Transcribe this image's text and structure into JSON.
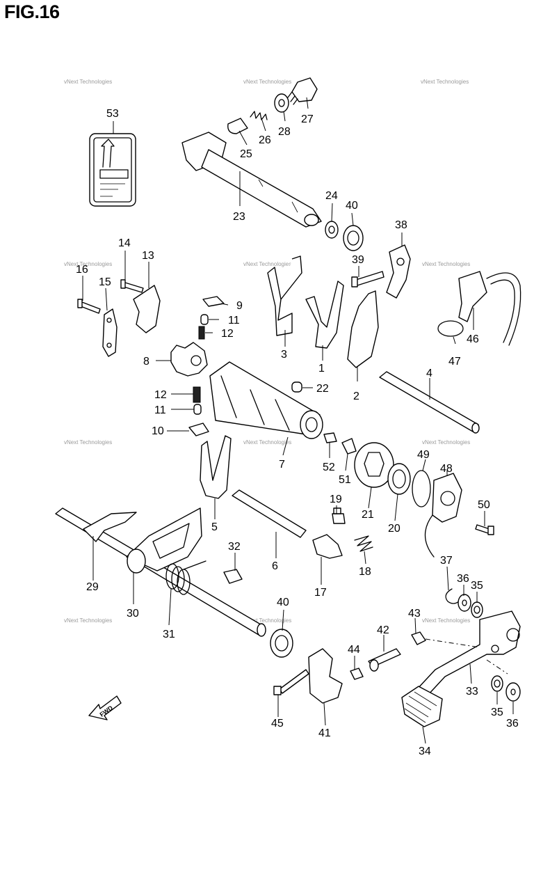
{
  "title": "FIG.16",
  "watermark": "vNext Technologies",
  "direction_label": "FWD",
  "part_numbers": [
    "1",
    "2",
    "3",
    "4",
    "5",
    "6",
    "7",
    "8",
    "9",
    "10",
    "11",
    "12",
    "13",
    "14",
    "15",
    "16",
    "17",
    "18",
    "19",
    "20",
    "21",
    "22",
    "23",
    "24",
    "25",
    "26",
    "27",
    "28",
    "29",
    "30",
    "31",
    "32",
    "33",
    "34",
    "35",
    "36",
    "37",
    "38",
    "39",
    "40",
    "41",
    "42",
    "43",
    "44",
    "45",
    "46",
    "47",
    "48",
    "49",
    "50",
    "51",
    "52",
    "53"
  ],
  "callouts": [
    {
      "id": "c53",
      "text": "53"
    },
    {
      "id": "c23",
      "text": "23"
    },
    {
      "id": "c25",
      "text": "25"
    },
    {
      "id": "c26",
      "text": "26"
    },
    {
      "id": "c28",
      "text": "28"
    },
    {
      "id": "c27",
      "text": "27"
    },
    {
      "id": "c24",
      "text": "24"
    },
    {
      "id": "c40a",
      "text": "40"
    },
    {
      "id": "c38",
      "text": "38"
    },
    {
      "id": "c39",
      "text": "39"
    },
    {
      "id": "c14",
      "text": "14"
    },
    {
      "id": "c16",
      "text": "16"
    },
    {
      "id": "c13",
      "text": "13"
    },
    {
      "id": "c15",
      "text": "15"
    },
    {
      "id": "c9",
      "text": "9"
    },
    {
      "id": "c11a",
      "text": "11"
    },
    {
      "id": "c12a",
      "text": "12"
    },
    {
      "id": "c3",
      "text": "3"
    },
    {
      "id": "c1",
      "text": "1"
    },
    {
      "id": "c2",
      "text": "2"
    },
    {
      "id": "c46",
      "text": "46"
    },
    {
      "id": "c47",
      "text": "47"
    },
    {
      "id": "c8",
      "text": "8"
    },
    {
      "id": "c22",
      "text": "22"
    },
    {
      "id": "c4",
      "text": "4"
    },
    {
      "id": "c12b",
      "text": "12"
    },
    {
      "id": "c11b",
      "text": "11"
    },
    {
      "id": "c10",
      "text": "10"
    },
    {
      "id": "c7",
      "text": "7"
    },
    {
      "id": "c52",
      "text": "52"
    },
    {
      "id": "c51",
      "text": "51"
    },
    {
      "id": "c49",
      "text": "49"
    },
    {
      "id": "c48",
      "text": "48"
    },
    {
      "id": "c5",
      "text": "5"
    },
    {
      "id": "c19",
      "text": "19"
    },
    {
      "id": "c21",
      "text": "21"
    },
    {
      "id": "c20",
      "text": "20"
    },
    {
      "id": "c50",
      "text": "50"
    },
    {
      "id": "c6",
      "text": "6"
    },
    {
      "id": "c32",
      "text": "32"
    },
    {
      "id": "c17",
      "text": "17"
    },
    {
      "id": "c18",
      "text": "18"
    },
    {
      "id": "c37",
      "text": "37"
    },
    {
      "id": "c36a",
      "text": "36"
    },
    {
      "id": "c35a",
      "text": "35"
    },
    {
      "id": "c29",
      "text": "29"
    },
    {
      "id": "c30",
      "text": "30"
    },
    {
      "id": "c31",
      "text": "31"
    },
    {
      "id": "c40b",
      "text": "40"
    },
    {
      "id": "c43",
      "text": "43"
    },
    {
      "id": "c42",
      "text": "42"
    },
    {
      "id": "c44",
      "text": "44"
    },
    {
      "id": "c33",
      "text": "33"
    },
    {
      "id": "c35b",
      "text": "35"
    },
    {
      "id": "c36b",
      "text": "36"
    },
    {
      "id": "c45",
      "text": "45"
    },
    {
      "id": "c41",
      "text": "41"
    },
    {
      "id": "c34",
      "text": "34"
    }
  ]
}
